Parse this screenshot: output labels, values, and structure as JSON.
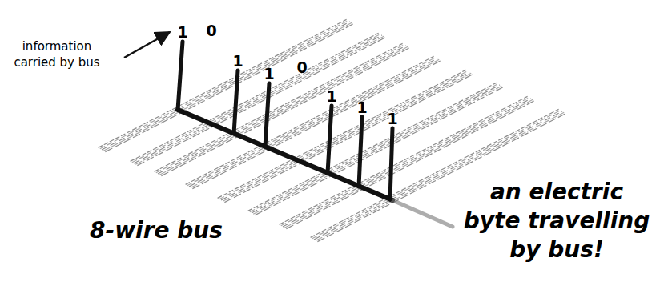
{
  "diagram": {
    "labels": [
      "information carried by bus",
      "1",
      "0",
      "1",
      "1",
      "0",
      "1",
      "1",
      "1",
      "8-wire bus",
      "an electric byte travelling by bus!"
    ]
  }
}
